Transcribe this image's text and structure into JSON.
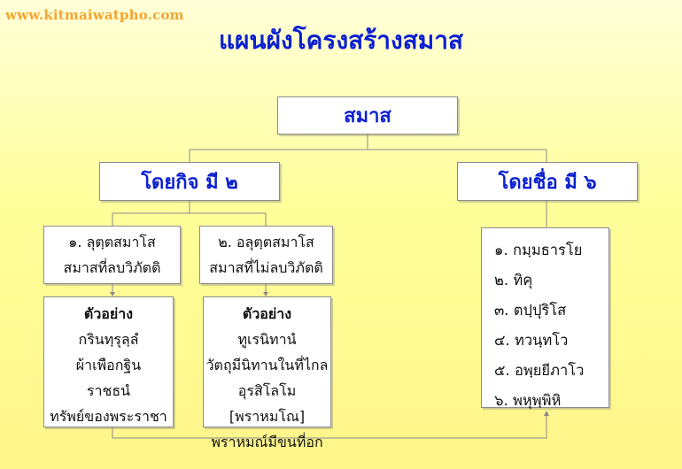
{
  "watermark": "www.kitmaiwatpho.com",
  "title": "แผนผังโครงสร้างสมาส",
  "root": {
    "label": "สมาส"
  },
  "branch_left": {
    "label": "โดยกิจ มี ๒"
  },
  "branch_right": {
    "label": "โดยชื่อ มี ๖"
  },
  "type1": {
    "line1": "๑. ลุตฺตสมาโส",
    "line2": "สมาสที่ลบวิภัตติ"
  },
  "type2": {
    "line1": "๒. อลุตฺตสมาโส",
    "line2": "สมาสที่ไม่ลบวิภัตติ"
  },
  "example1": {
    "heading": "ตัวอย่าง",
    "items": [
      "กรินทฺรุลฺลํ",
      "ผ้าเพือกฐิน",
      "ราชธนํ",
      "ทรัพย์ของพระราชา"
    ]
  },
  "example2": {
    "heading": "ตัวอย่าง",
    "items": [
      "ทูเรนิทานํ",
      "วัตถุมีนิทานในที่ไกล",
      "อุรสิโลโม [พราหมโณ]",
      "พราหมณ์มีขนที่อก"
    ]
  },
  "names": [
    "๑. กมฺมธารโย",
    "๒. ทิคุ",
    "๓. ตปฺปุริโส",
    "๔. ทวนฺทโว",
    "๕. อพฺยยีภาโว",
    "๖. พหุพฺพิหิ"
  ]
}
